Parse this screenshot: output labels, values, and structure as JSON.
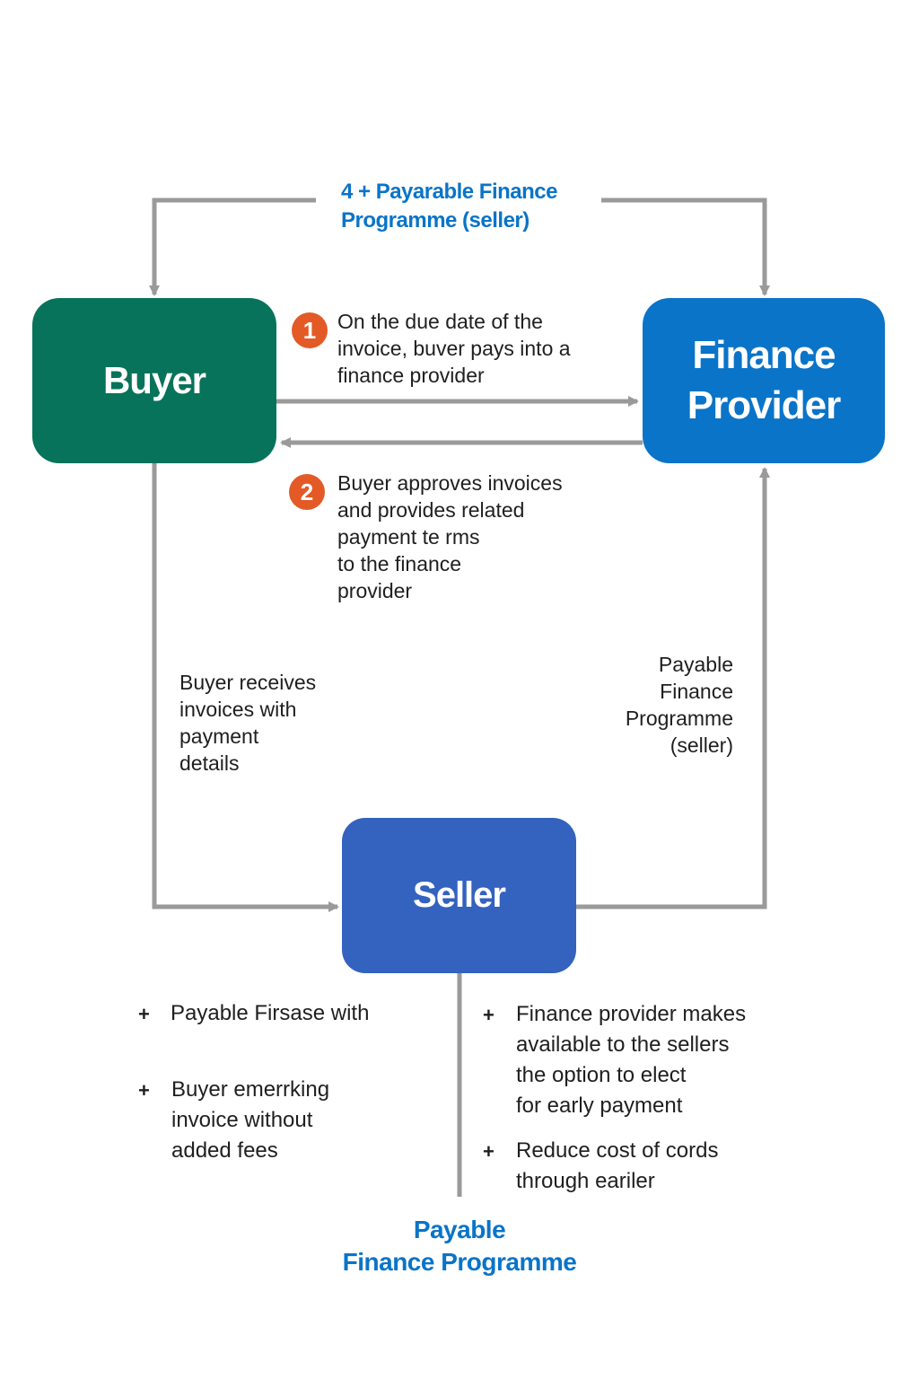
{
  "nodes": {
    "buyer": "Buyer",
    "provider": "Finance\nProvider",
    "seller": "Seller"
  },
  "titles": {
    "top": "4 + Payarable Finance\nProgramme (seller)",
    "bottom": "Payable\nFinance Programme"
  },
  "steps": [
    {
      "number": "1",
      "text": "On the due date of the\ninvoice, buver pays into a\nfinance provider"
    },
    {
      "number": "2",
      "text": "Buyer approves invoices\nand provides related\npayment te rms\nto the finance\nprovider"
    }
  ],
  "edge_labels": {
    "buyer_to_seller": "Buyer receives\ninvoices with\npayment\ndetails",
    "seller_to_provider": "Payable\nFinance\nProgramme\n(seller)"
  },
  "left_bullets": [
    {
      "symbol": "+",
      "text": "Payable Firsase with"
    },
    {
      "symbol": "+",
      "text": "Buyer emerrking\ninvoice without\nadded fees"
    }
  ],
  "right_bullets": [
    {
      "symbol": "+",
      "text": "Finance provider makes\navailable to the sellers\nthe option to elect\nfor early payment"
    },
    {
      "symbol": "+",
      "text": "Reduce cost of cords\nthrough eariler"
    }
  ],
  "colors": {
    "buyer": "#07735a",
    "provider": "#0a74c8",
    "seller": "#3362bf",
    "badge": "#e35a26",
    "arrow": "#9a9a9a",
    "title": "#0a74c8"
  }
}
